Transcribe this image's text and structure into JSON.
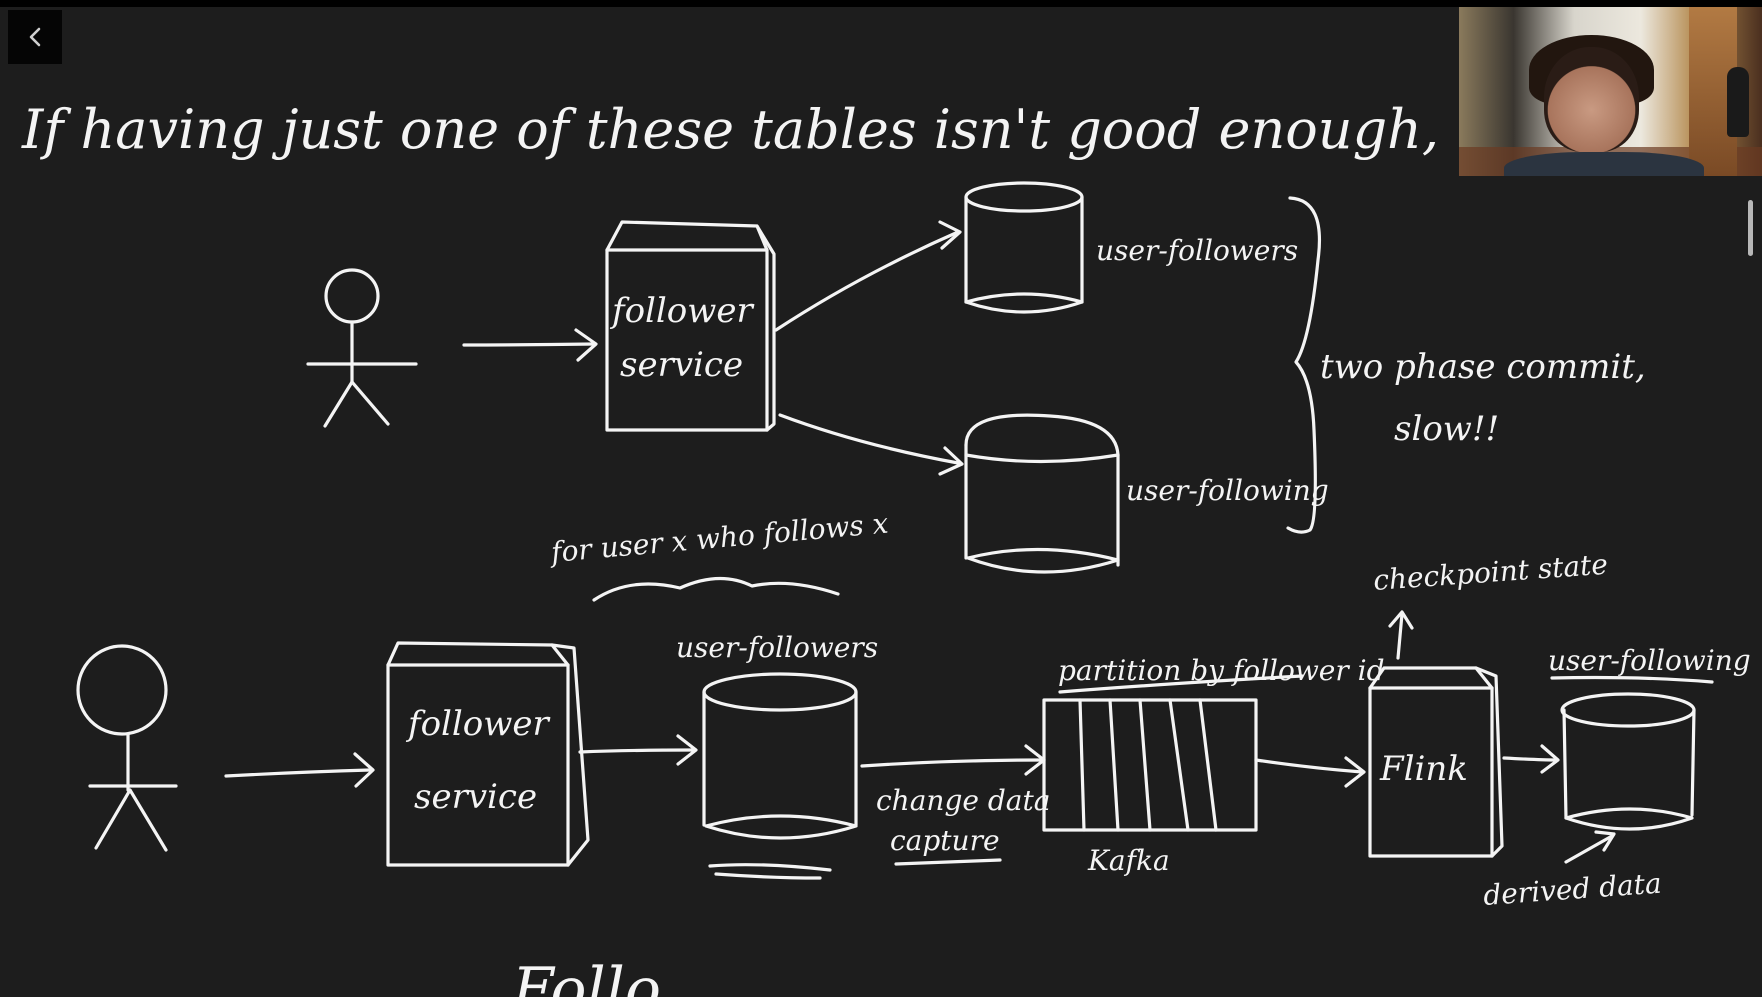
{
  "heading": "If having just one of these tables isn't good enough, what if we h",
  "diagram_top": {
    "service_line1": "follower",
    "service_line2": "service",
    "db1_label": "user-followers",
    "db2_label": "user-following",
    "brace_line1": "two phase commit,",
    "brace_line2": "slow!!",
    "note": "for user x who follows x"
  },
  "diagram_bottom": {
    "service_line1": "follower",
    "service_line2": "service",
    "db_label": "user-followers",
    "cdc_line1": "change data",
    "cdc_line2": "capture",
    "partition_label": "partition by follower id",
    "kafka_label": "Kafka",
    "flink_label": "Flink",
    "checkpoint_label": "checkpoint state",
    "db2_label": "user-following",
    "derived_label": "derived data"
  },
  "footer_partial": "Follo",
  "back_icon": "chevron-left-icon",
  "webcam": "webcam-feed"
}
